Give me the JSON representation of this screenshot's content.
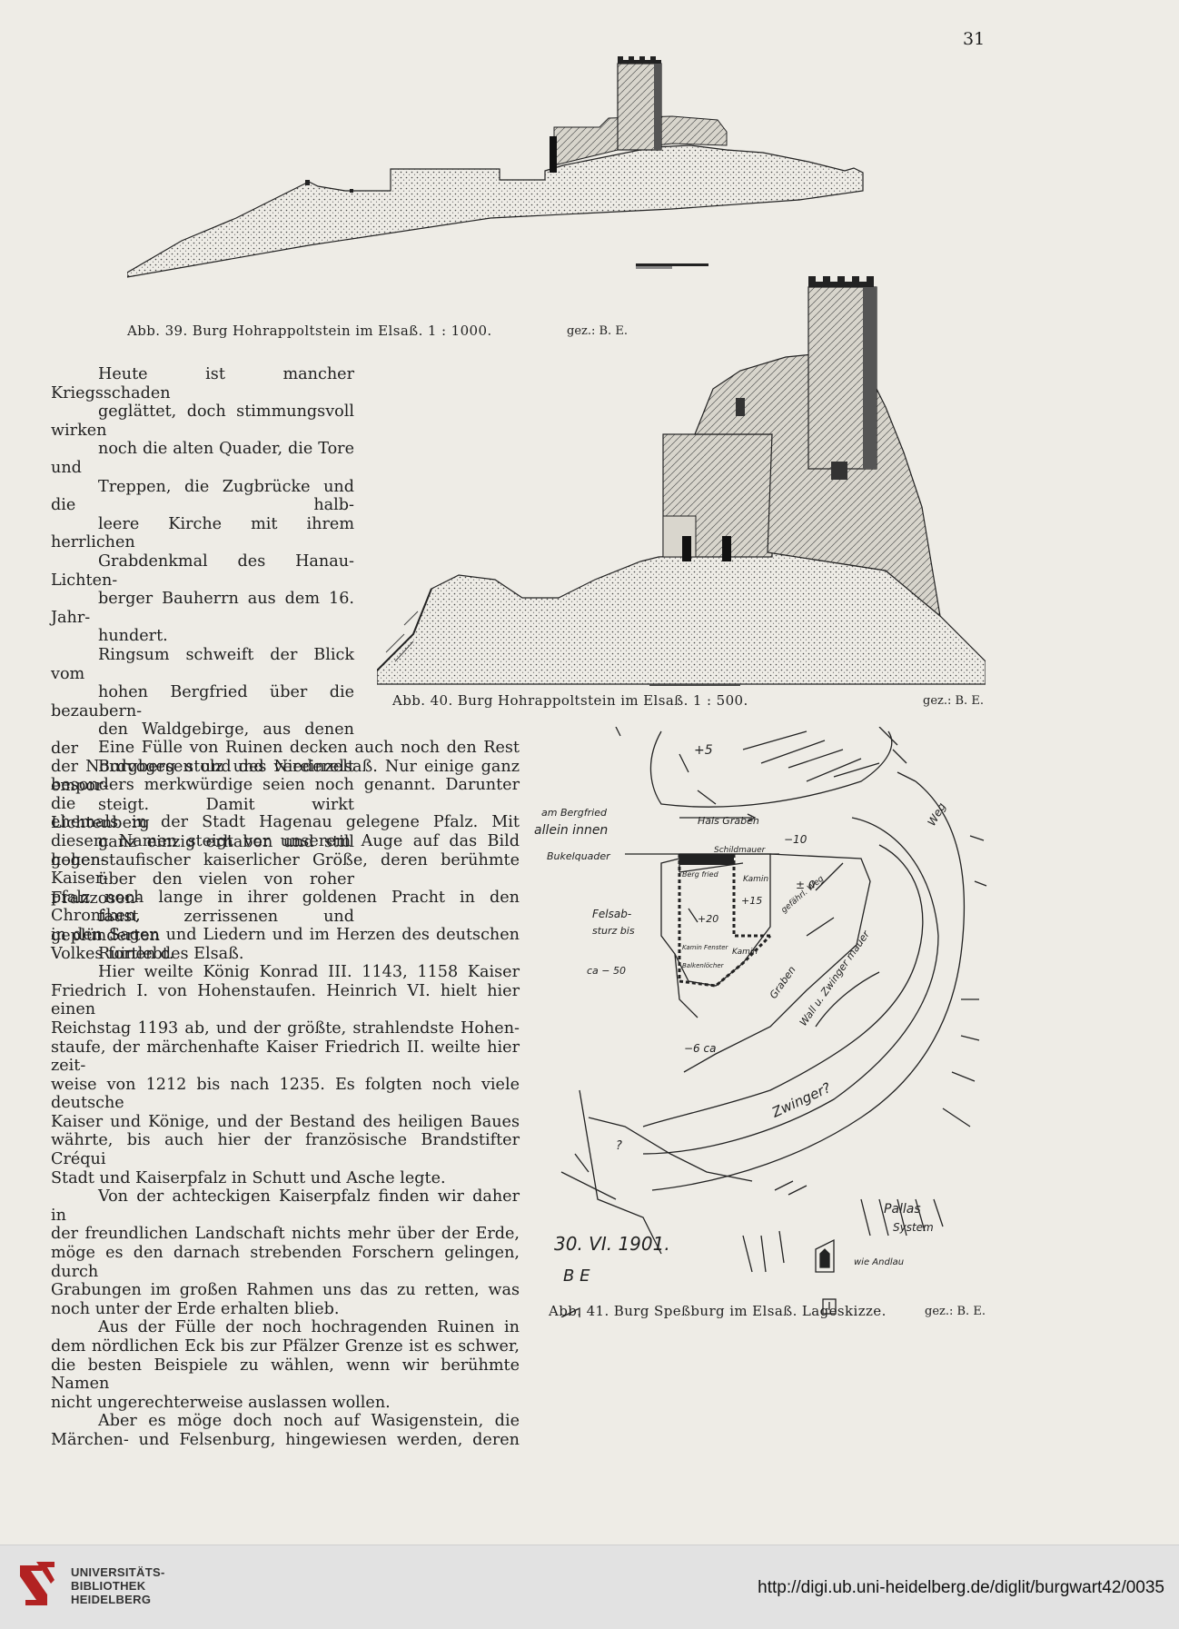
{
  "page": {
    "number": "31"
  },
  "figures": {
    "fig39": {
      "caption": "Abb. 39. Burg Hohrappoltstein im Elsaß. 1 : 1000.",
      "credit": "gez.: B. E."
    },
    "fig40": {
      "caption": "Abb. 40. Burg Hohrappoltstein im Elsaß. 1 : 500.",
      "credit": "gez.: B. E."
    },
    "fig41": {
      "caption": "Abb. 41. Burg Speßburg im Elsaß. Lageskizze.",
      "credit": "gez.: B. E.",
      "labels": {
        "plus5": "+5",
        "halsgraben": "Hals Graben",
        "minus10": "−10",
        "bergfried_note_1": "am Bergfried",
        "bergfried_note_2": "allein innen",
        "bergfried_note_3": "Bukelquader",
        "schildmauer": "Schildmauer",
        "kamin1": "Kamin",
        "plus15": "+15",
        "plus0": "± 0",
        "berg": "Berg fried",
        "plus20": "+20",
        "felsabsturz_1": "Felsab-",
        "felsabsturz_2": "sturz bis",
        "felsabsturz_3": "ca − 50",
        "kamin2": "Kamin",
        "kamin_fenster": "Kamin Fenster",
        "balkenloecher": "Balkenlöcher",
        "gefaehrl": "gefährl. Weg",
        "graben": "Graben",
        "wall": "Wall u. Zwinger mauer",
        "weg": "Weg",
        "minus6": "−6 ca",
        "zwinger": "Zwinger?",
        "q": "?",
        "pallas_1": "Pallas",
        "pallas_2": "System",
        "pallas_3": "wie Andlau",
        "date": "30. VI. 1901.",
        "monogram": "B E"
      }
    }
  },
  "text": {
    "p1": [
      "Heute ist mancher Kriegsschaden",
      "geglättet, doch stimmungsvoll wirken",
      "noch die alten Quader, die Tore und",
      "Treppen, die Zugbrücke und die halb-",
      "leere Kirche mit ihrem herrlichen",
      "Grabdenkmal des Hanau-Lichten-",
      "berger Bauherrn aus dem 16. Jahr-",
      "hundert."
    ],
    "p2": [
      "Ringsum schweift der Blick vom",
      "hohen Bergfried über die bezaubern-",
      "den Waldgebirge, aus denen der",
      "Burgberg stolz und vereinzelt empor-",
      "steigt. Damit wirkt Lichtenberg",
      "ganz einzig erhaben und still gegen-",
      "über den vielen von roher Franzosen-",
      "faust zerrissenen und geplünderten",
      "Ruinen des Elsaß."
    ],
    "p3": [
      "Eine Fülle von Ruinen decken auch noch den Rest",
      "der Nordvogesen und des Niederelsaß. Nur einige ganz",
      "besonders merkwürdige seien noch genannt. Darunter die",
      "ehemals in der Stadt Hagenau gelegene Pfalz. Mit",
      "diesem Namen steigt vor unserem Auge auf das Bild",
      "hohenstaufischer kaiserlicher Größe, deren berühmte Kaiser-",
      "pfalz noch lange in ihrer goldenen Pracht in den Chroniken,",
      "in den Sagen und Liedern und im Herzen des deutschen",
      "Volkes fortlebt."
    ],
    "p4": [
      "Hier weilte König Konrad III. 1143, 1158 Kaiser",
      "Friedrich I. von Hohenstaufen. Heinrich VI. hielt hier einen",
      "Reichstag 1193 ab, und der größte, strahlendste Hohen-",
      "staufe, der märchenhafte Kaiser Friedrich II. weilte hier zeit-",
      "weise von 1212 bis nach 1235. Es folgten noch viele deutsche",
      "Kaiser und Könige, und der Bestand des heiligen Baues",
      "währte, bis auch hier der französische Brandstifter Créqui",
      "Stadt und Kaiserpfalz in Schutt und Asche legte."
    ],
    "p5": [
      "Von der achteckigen Kaiserpfalz finden wir daher in",
      "der freundlichen Landschaft nichts mehr über der Erde,",
      "möge es den darnach strebenden Forschern gelingen, durch",
      "Grabungen im großen Rahmen uns das zu retten, was",
      "noch unter der Erde erhalten blieb."
    ],
    "p6": [
      "Aus der Fülle der noch hochragenden Ruinen in",
      "dem nördlichen Eck bis zur Pfälzer Grenze ist es schwer,",
      "die besten Beispiele zu wählen, wenn wir berühmte Namen",
      "nicht ungerechterweise auslassen wollen."
    ],
    "p7": [
      "Aber es möge doch noch auf Wasigenstein, die",
      "Märchen- und Felsenburg, hingewiesen werden, deren"
    ]
  },
  "footer": {
    "library_line1": "UNIVERSITÄTS-",
    "library_line2": "BIBLIOTHEK",
    "library_line3": "HEIDELBERG",
    "url": "http://digi.ub.uni-heidelberg.de/diglit/burgwart42/0035"
  },
  "colors": {
    "paper": "#eeece6",
    "ink": "#1f1f1f",
    "footer": "#e2e2e2",
    "logo_red": "#b22222"
  }
}
